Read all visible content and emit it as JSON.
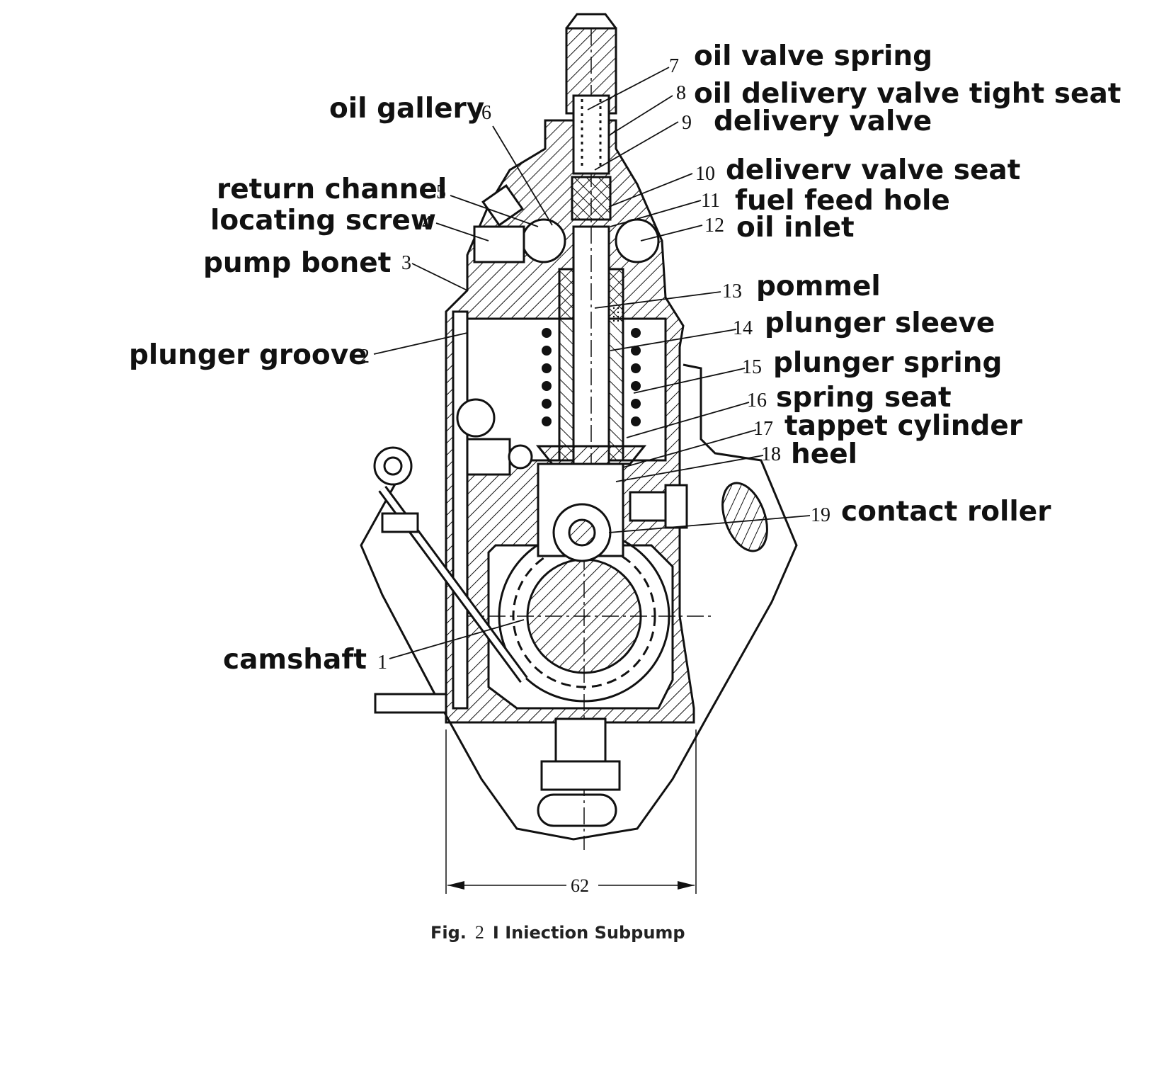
{
  "caption": {
    "prefix": "Fig.",
    "number": "2",
    "title": "I Iniection Subpump"
  },
  "dimension": "62",
  "parts": [
    {
      "num": "1",
      "label": "camshaft"
    },
    {
      "num": "2",
      "label": "plunger groove"
    },
    {
      "num": "3",
      "label": "pump bonet"
    },
    {
      "num": "4",
      "label": "locating screw"
    },
    {
      "num": "5",
      "label": "return channel"
    },
    {
      "num": "6",
      "label": "oil gallery"
    },
    {
      "num": "7",
      "label": "oil valve spring"
    },
    {
      "num": "8",
      "label": "oil delivery valve tight seat"
    },
    {
      "num": "9",
      "label": "delivery valve"
    },
    {
      "num": "10",
      "label": "deliverv valve seat"
    },
    {
      "num": "11",
      "label": "fuel feed hole"
    },
    {
      "num": "12",
      "label": "oil inlet"
    },
    {
      "num": "13",
      "label": "pommel"
    },
    {
      "num": "14",
      "label": "plunger sleeve"
    },
    {
      "num": "15",
      "label": "plunger spring"
    },
    {
      "num": "16",
      "label": "spring seat"
    },
    {
      "num": "17",
      "label": "tappet cylinder"
    },
    {
      "num": "18",
      "label": "heel"
    },
    {
      "num": "19",
      "label": "contact roller"
    }
  ]
}
